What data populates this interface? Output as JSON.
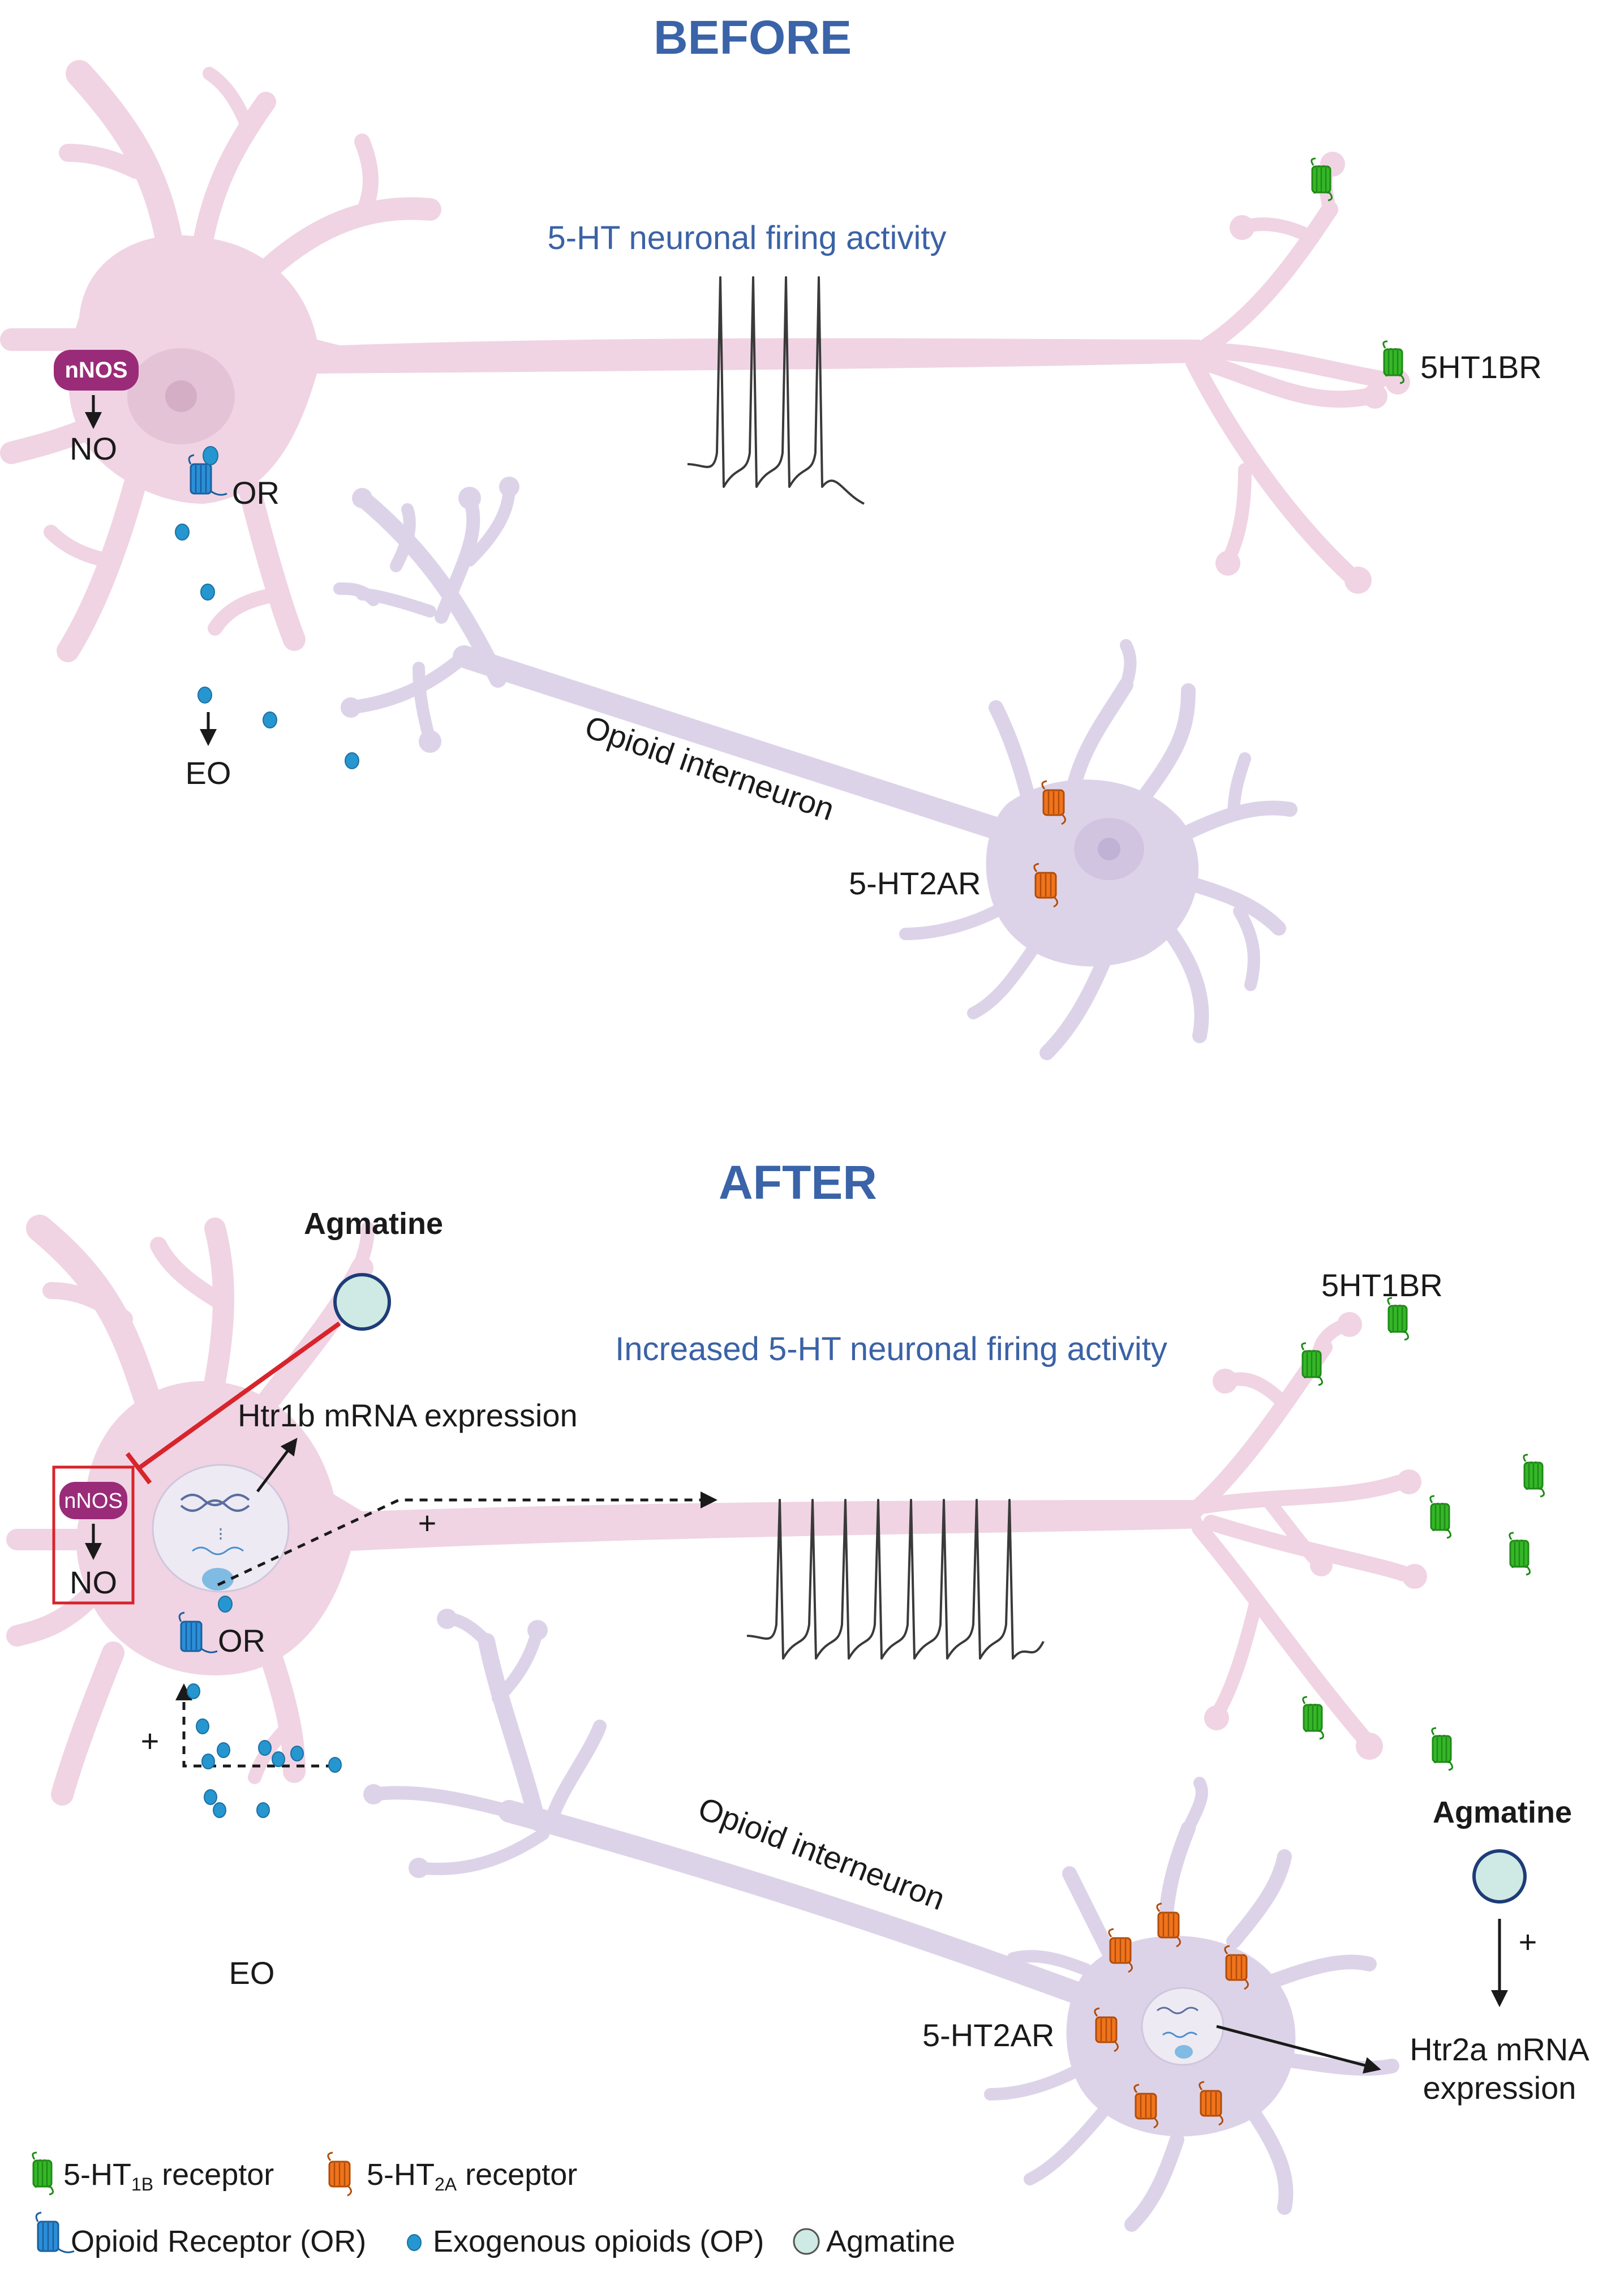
{
  "before": {
    "title": "BEFORE",
    "firing_label": "5-HT neuronal firing activity",
    "nnos": "nNOS",
    "no": "NO",
    "or": "OR",
    "eo": "EO",
    "receptor_1b": "5HT1BR",
    "interneuron": "Opioid interneuron",
    "receptor_2a": "5-HT2AR"
  },
  "after": {
    "title": "AFTER",
    "agmatine_top": "Agmatine",
    "firing_label": "Increased 5-HT neuronal firing activity",
    "htr1b": "Htr1b mRNA expression",
    "nnos": "nNOS",
    "no": "NO",
    "or": "OR",
    "eo": "EO",
    "plus_firing": "+",
    "plus_eo": "+",
    "receptor_1b": "5HT1BR",
    "interneuron": "Opioid interneuron",
    "receptor_2a": "5-HT2AR",
    "agmatine_right": "Agmatine",
    "plus_htr2a": "+",
    "htr2a_line1": "Htr2a mRNA",
    "htr2a_line2": "expression"
  },
  "legend": {
    "r1b_prefix": "5-HT",
    "r1b_sub": "1B",
    "r1b_suffix": " receptor",
    "r2a_prefix": "5-HT",
    "r2a_sub": "2A",
    "r2a_suffix": " receptor",
    "or_label": "Opioid Receptor (OR)",
    "op_label": "Exogenous opioids (OP)",
    "agm_label": "Agmatine"
  },
  "colors": {
    "title_blue": "#3a63a8",
    "serotonin_neuron": "#f0d4e3",
    "interneuron": "#ddd3e9",
    "nnos": "#9a2b78",
    "receptor_1b": "#35b728",
    "receptor_2a": "#f0741c",
    "opioid_receptor": "#2a8fd8",
    "opioid_dot": "#2596d0",
    "agmatine": "#cfeae4",
    "inhibition": "#d8242b"
  },
  "icons": {
    "receptor_1b": "gpcr-green-icon",
    "receptor_2a": "gpcr-orange-icon",
    "opioid_receptor": "gpcr-blue-icon",
    "opioid": "dot-icon",
    "agmatine": "circle-icon",
    "nucleus": "dna-nucleus-icon"
  }
}
